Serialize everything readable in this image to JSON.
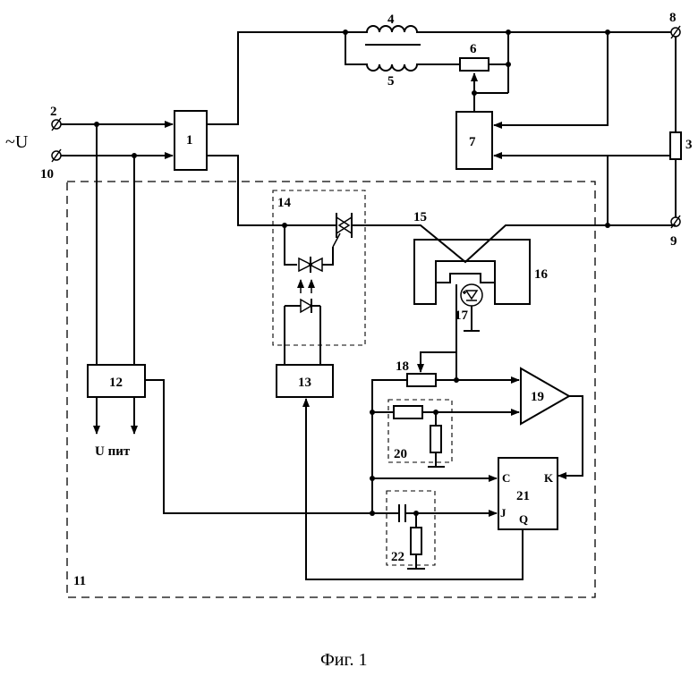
{
  "caption": "Фиг. 1",
  "source_label": "~U",
  "supply_label": "U пит",
  "labels": {
    "n1": "1",
    "n2": "2",
    "n3": "3",
    "n4": "4",
    "n5": "5",
    "n6": "6",
    "n7": "7",
    "n8": "8",
    "n9": "9",
    "n10": "10",
    "n11": "11",
    "n12": "12",
    "n13": "13",
    "n14": "14",
    "n15": "15",
    "n16": "16",
    "n17": "17",
    "n18": "18",
    "n19": "19",
    "n20": "20",
    "n21": "21",
    "n22": "22"
  },
  "trigger_pins": {
    "c": "C",
    "k": "K",
    "j": "J",
    "q": "Q"
  }
}
